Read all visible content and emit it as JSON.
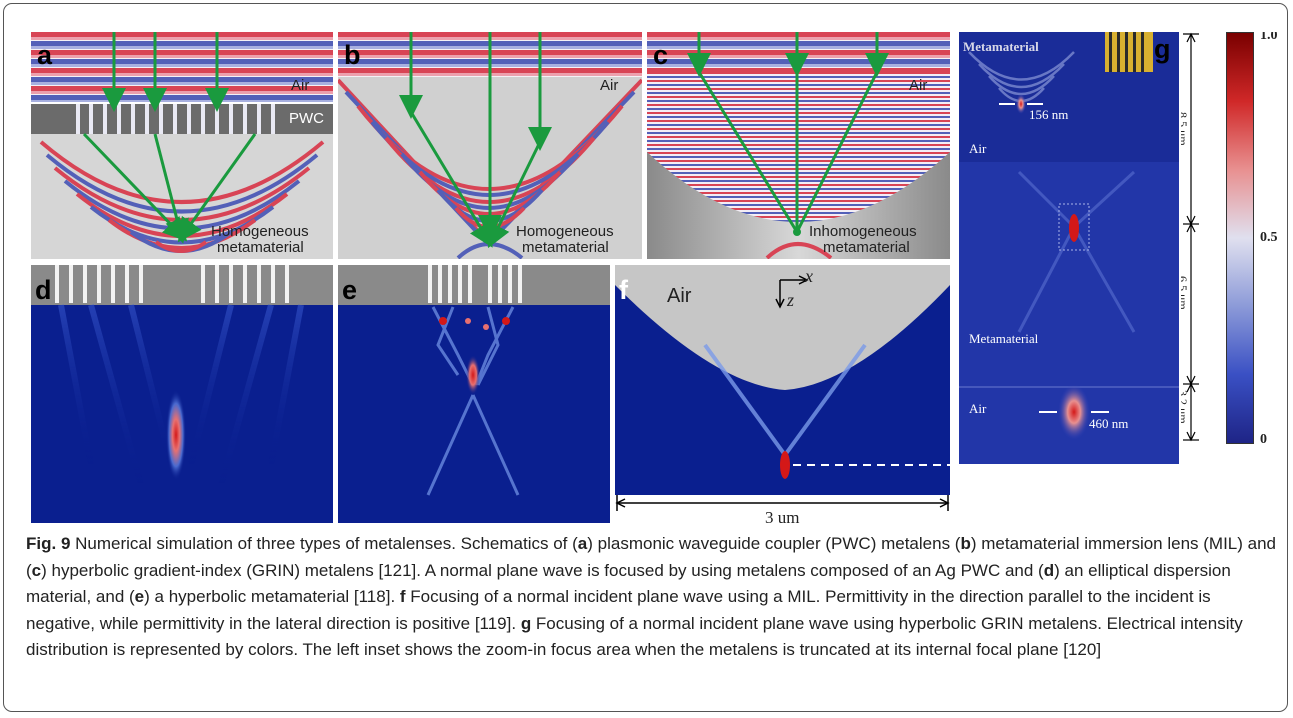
{
  "figure": {
    "panels": {
      "a": {
        "label": "a",
        "air": "Air",
        "pwc": "PWC",
        "material": [
          "Homogeneous",
          "metamaterial"
        ]
      },
      "b": {
        "label": "b",
        "air": "Air",
        "material": [
          "Homogeneous",
          "metamaterial"
        ]
      },
      "c": {
        "label": "c",
        "air": "Air",
        "material": [
          "Inhomogeneous",
          "metamaterial"
        ]
      },
      "d": {
        "label": "d"
      },
      "e": {
        "label": "e"
      },
      "f": {
        "label": "f",
        "air": "Air",
        "axis_x": "x",
        "axis_z": "z",
        "scale": "3 um"
      },
      "g": {
        "label": "g",
        "inset_metamaterial": "Metamaterial",
        "inset_air": "Air",
        "inset_width": "156 nm",
        "metamaterial": "Metamaterial",
        "air": "Air",
        "focus_width": "460 nm",
        "dims": [
          "8.5 μm",
          "6.5 μm",
          "3.2 μm"
        ]
      }
    },
    "colorbar": {
      "ticks": [
        "1.0",
        "0.5",
        "0"
      ],
      "stops": [
        "#1e2486",
        "#3a50c4",
        "#8c9ad8",
        "#e0e0ef",
        "#e89090",
        "#d02828",
        "#7a0000"
      ]
    },
    "colors": {
      "ray": "#1a9a3e",
      "field_bg": "#0a1f8f",
      "substrate": "#c6c6c6",
      "grating": "#6b6b6b"
    }
  },
  "caption": {
    "fig_label": "Fig. 9",
    "s1": " Numerical simulation of three types of metalenses. Schematics of (",
    "a": "a",
    "s2": ") plasmonic waveguide coupler (PWC) metalens (",
    "b": "b",
    "s3": ") metamaterial immersion lens (MIL) and (",
    "c": "c",
    "s4": ") hyperbolic gradient-index (GRIN) metalens [121]. A normal plane wave is focused by using metalens composed of an Ag PWC and (",
    "d": "d",
    "s5": ") an elliptical dispersion material, and (",
    "e": "e",
    "s6": ") a hyperbolic metamaterial [118]. ",
    "f": "f",
    "s7": " Focusing of a normal incident plane wave using a MIL. Permittivity in the direction parallel to the incident is negative, while permittivity in the lateral direction is positive [119]. ",
    "g": "g",
    "s8": " Focusing of a normal incident plane wave using hyperbolic GRIN metalens. Electrical intensity distribution is represented by colors. The left inset shows the zoom-in focus area when the metalens is truncated at its internal focal plane [120]"
  }
}
